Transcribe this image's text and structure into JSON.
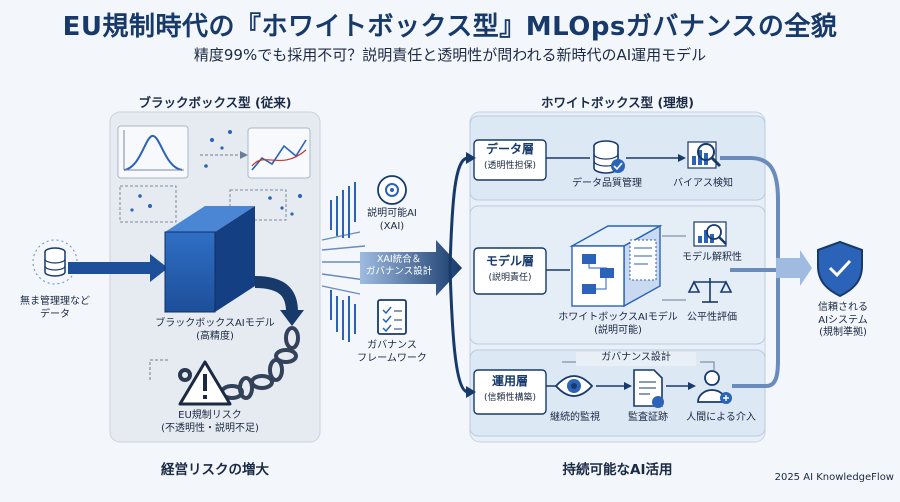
{
  "header": {
    "title": "EU規制時代の『ホワイトボックス型』MLOpsガバナンスの全貌",
    "subtitle": "精度99%でも採用不可？説明責任と透明性が問われる新時代のAI運用モデル"
  },
  "input": {
    "label_line1": "無ま管理理など",
    "label_line2": "データ"
  },
  "blackbox": {
    "heading": "ブラックボックス型 (従来)",
    "model_line1": "ブラックボックスAIモデル",
    "model_line2": "(高精度)",
    "risk_line1": "EU規制リスク",
    "risk_line2": "(不透明性・説明不足)",
    "footer": "経営リスクの増大"
  },
  "middle": {
    "xai_line1": "説明可能AI",
    "xai_line2": "(XAI)",
    "arrow_line1": "XAI統合＆",
    "arrow_line2": "ガバナンス設計",
    "gov_line1": "ガバナンス",
    "gov_line2": "フレームワーク"
  },
  "whitebox": {
    "heading": "ホワイトボックス型 (理想)",
    "layers": [
      {
        "name": "データ層",
        "sub": "(透明性担保)"
      },
      {
        "name": "モデル層",
        "sub": "(説明責任)"
      },
      {
        "name": "運用層",
        "sub": "(信頼性構築)"
      }
    ],
    "data_items": [
      "データ品質管理",
      "バイアス検知"
    ],
    "model_main_line1": "ホワイトボックスAIモデル",
    "model_main_line2": "(説明可能)",
    "model_items": [
      "モデル解釈性",
      "公平性評価"
    ],
    "ops_banner": "ガバナンス設計",
    "ops_items": [
      "継続的監視",
      "監査証跡",
      "人間による介入"
    ],
    "footer": "持続可能なAI活用"
  },
  "output": {
    "line1": "信頼される",
    "line2": "AIシステム",
    "line3": "(規制準拠)"
  },
  "credit": "2025 AI KnowledgeFlow",
  "colors": {
    "navy": "#173a6b",
    "blue": "#2a63b8",
    "light_blue": "#dbe7f5",
    "panel_gray": "#e6ebf1"
  }
}
